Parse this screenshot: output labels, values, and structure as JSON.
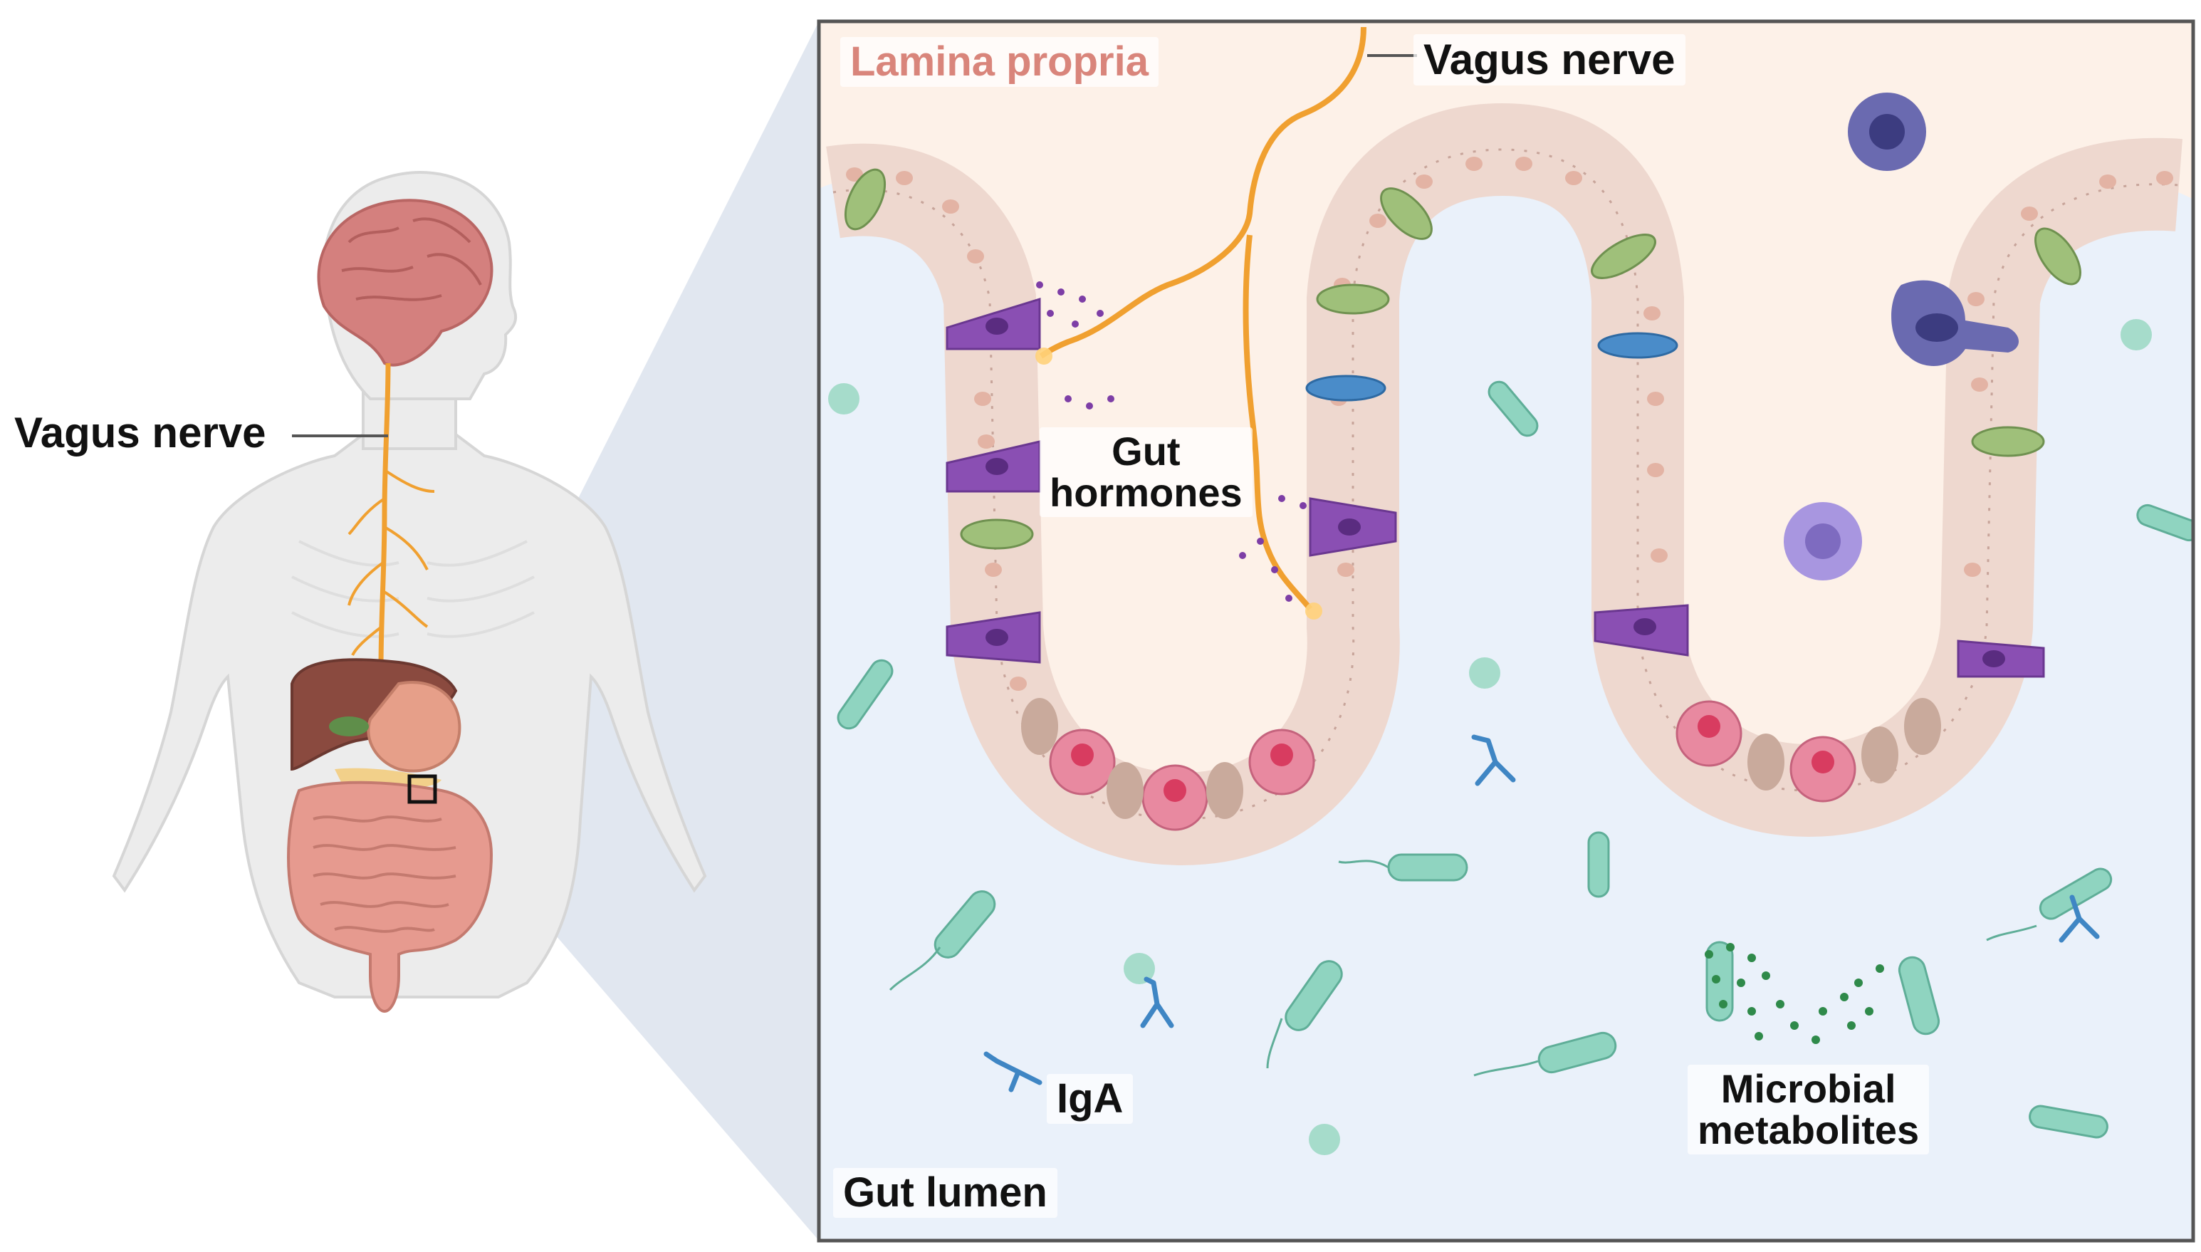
{
  "labels": {
    "vagus_nerve_body": "Vagus nerve",
    "lamina_propria": "Lamina propria",
    "vagus_nerve_panel": "Vagus nerve",
    "gut_hormones_line1": "Gut",
    "gut_hormones_line2": "hormones",
    "iga": "IgA",
    "microbial_metabolites_line1": "Microbial",
    "microbial_metabolites_line2": "metabolites",
    "gut_lumen": "Gut lumen"
  },
  "colors": {
    "lamina_propria_bg": "#fdf1e8",
    "lumen_bg": "#eaf1fa",
    "lamina_label": "#d9857b",
    "nerve": "#f0a030",
    "enterocyte": "#eed8cf",
    "enteroendocrine": "#8a4fb3",
    "goblet": "#9fc07a",
    "paneth": "#e889a0",
    "bacteria": "#8fd4c0",
    "iga": "#3f86c4",
    "callout_fill": "#c9d3e3",
    "frame": "#555555"
  }
}
